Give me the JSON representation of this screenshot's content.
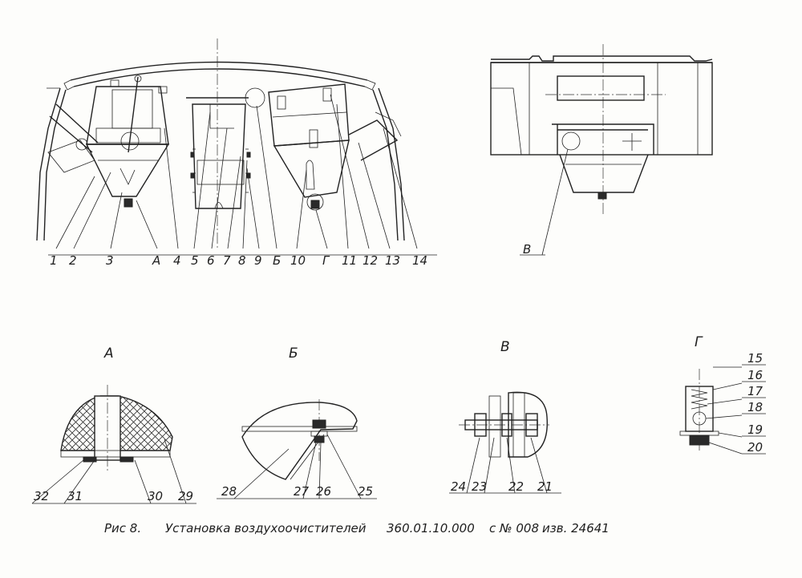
{
  "main_view_labels": [
    "1",
    "2",
    "3",
    "А",
    "4",
    "5",
    "6",
    "7",
    "8",
    "9",
    "Б",
    "10",
    "Г",
    "11",
    "12",
    "13",
    "14"
  ],
  "side_view_labels": [
    "В"
  ],
  "detail_views": {
    "a": {
      "title": "А",
      "labels": [
        "32",
        "31",
        "30",
        "29"
      ]
    },
    "b": {
      "title": "Б",
      "labels": [
        "28",
        "27",
        "26",
        "25"
      ]
    },
    "v": {
      "title": "В",
      "labels": [
        "24",
        "23",
        "22",
        "21"
      ]
    },
    "g": {
      "title": "Г",
      "labels": [
        "15",
        "16",
        "17",
        "18",
        "19",
        "20"
      ]
    }
  },
  "caption": {
    "figure": "Рис 8.",
    "title": "Установка воздухоочистителей",
    "doc_number": "360.01.10.000",
    "sheet": "с № 008",
    "change": "изв. 24641"
  }
}
